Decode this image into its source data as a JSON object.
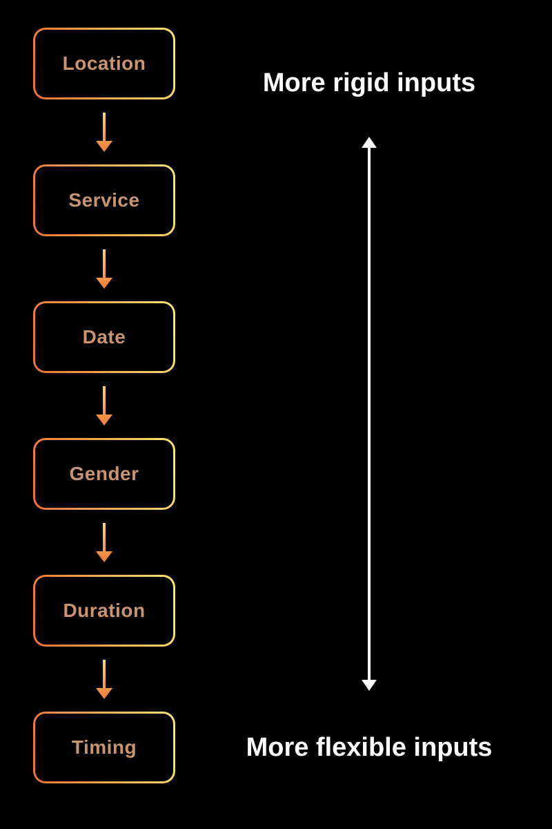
{
  "diagram": {
    "steps": [
      {
        "label": "Location"
      },
      {
        "label": "Service"
      },
      {
        "label": "Date"
      },
      {
        "label": "Gender"
      },
      {
        "label": "Duration"
      },
      {
        "label": "Timing"
      }
    ],
    "labels": {
      "top_right": "More rigid inputs",
      "bottom_right": "More flexible inputs"
    },
    "icons": {
      "flow_arrow": "down-arrow-icon",
      "axis_arrow": "double-headed-vertical-arrow-icon"
    },
    "colors": {
      "background": "#000000",
      "box_border_gradient_start": "#ee7034",
      "box_border_gradient_end": "#fde66f",
      "box_fill": "#000000",
      "box_label": "#c9946f",
      "flow_arrow_gradient_start": "#fcd968",
      "flow_arrow_gradient_end": "#f1793a",
      "axis_arrow": "#ffffff",
      "side_label": "#ffffff"
    }
  }
}
